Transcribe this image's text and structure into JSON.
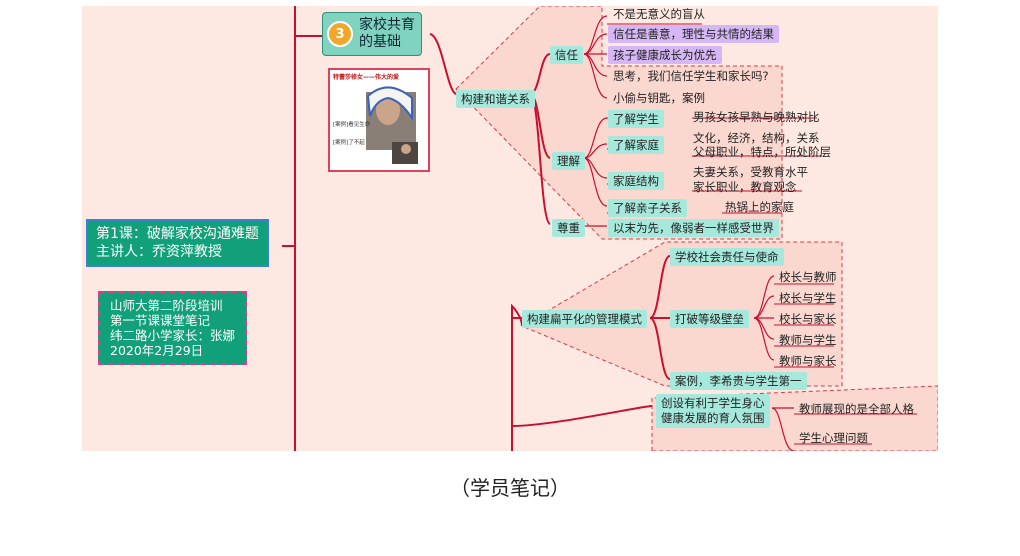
{
  "root": {
    "lesson_line1": "第1课：破解家校沟通难题",
    "lesson_line2": "主讲人：乔资萍教授",
    "note_lines": [
      "山师大第二阶段培训",
      "第一节课课堂笔记",
      "纬二路小学家长：张娜",
      "2020年2月29日"
    ]
  },
  "topic": {
    "number": "3",
    "line1": "家校共育",
    "line2": "的基础"
  },
  "thumbnail": {
    "title": "特蕾莎修女——伟大的爱",
    "lines": [
      "[案例]看见生命",
      "[案例]了不起"
    ]
  },
  "branches": {
    "harmony": "构建和谐关系",
    "trust": "信任",
    "trust_items": [
      "不是无意义的盲从",
      "信任是善意，理性与共情的结果",
      "孩子健康成长为优先",
      "思考，我们信任学生和家长吗?",
      "小偷与钥匙，案例"
    ],
    "understand": "理解",
    "know_students": "了解学生",
    "know_students_detail": "男孩女孩早熟与晚熟对比",
    "know_family": "了解家庭",
    "know_family_detail1": "文化，经济，结构，关系",
    "know_family_detail2": "父母职业，特点，所处阶层",
    "family_structure": "家庭结构",
    "family_structure_detail1": "夫妻关系，受教育水平",
    "family_structure_detail2": "家长职业，教育观念",
    "parent_child": "了解亲子关系",
    "parent_child_detail": "热锅上的家庭",
    "respect": "尊重",
    "respect_detail": "以末为先，像弱者一样感受世界",
    "flat": "构建扁平化的管理模式",
    "school_resp": "学校社会责任与使命",
    "break_hier": "打破等级壁垒",
    "hier_items": [
      "校长与教师",
      "校长与学生",
      "校长与家长",
      "教师与学生",
      "教师与家长"
    ],
    "case_li": "案例，李希贵与学生第一",
    "atmos_line1": "创设有利于学生身心",
    "atmos_line2": "健康发展的育人氛围",
    "teacher_persona": "教师展现的是全部人格",
    "psych": "学生心理问题"
  },
  "caption": "（学员笔记）",
  "colors": {
    "background": "#fde9e1",
    "branch": "#c8102e",
    "node": "#a7e8dd",
    "highlight": "#d6b7f5",
    "root": "#12a07a"
  }
}
